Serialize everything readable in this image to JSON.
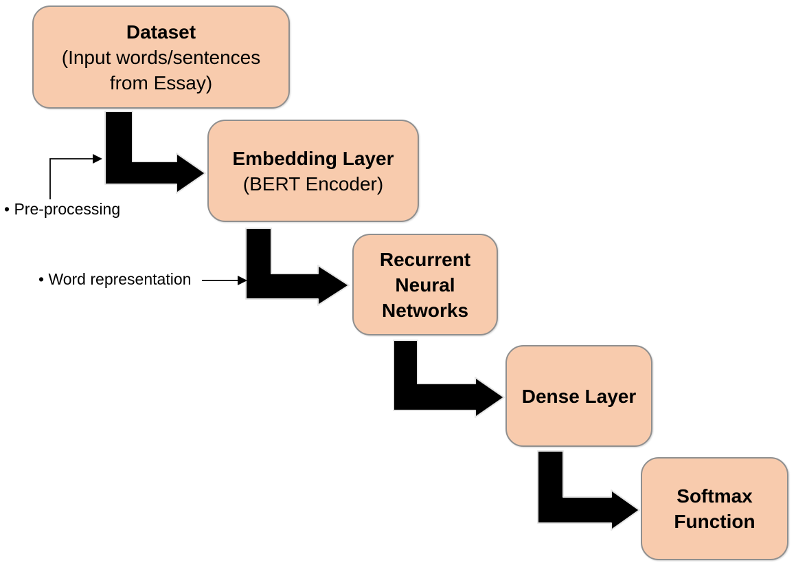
{
  "diagram": {
    "nodes": [
      {
        "id": "dataset",
        "title": "Dataset",
        "subtitle": "(Input words/sentences from Essay)"
      },
      {
        "id": "embedding",
        "title": "Embedding Layer",
        "subtitle": "(BERT Encoder)"
      },
      {
        "id": "rnn",
        "title": "Recurrent Neural Networks"
      },
      {
        "id": "dense",
        "title": "Dense Layer"
      },
      {
        "id": "softmax",
        "title": "Softmax Function"
      }
    ],
    "annotations": [
      {
        "id": "preprocessing",
        "label": "• Pre-processing"
      },
      {
        "id": "wordrep",
        "label": "• Word representation"
      }
    ],
    "colors": {
      "node_fill": "#F8CBAD",
      "node_border": "#8F8F8F",
      "arrow_fill": "#000000",
      "background": "#FFFFFF"
    }
  }
}
